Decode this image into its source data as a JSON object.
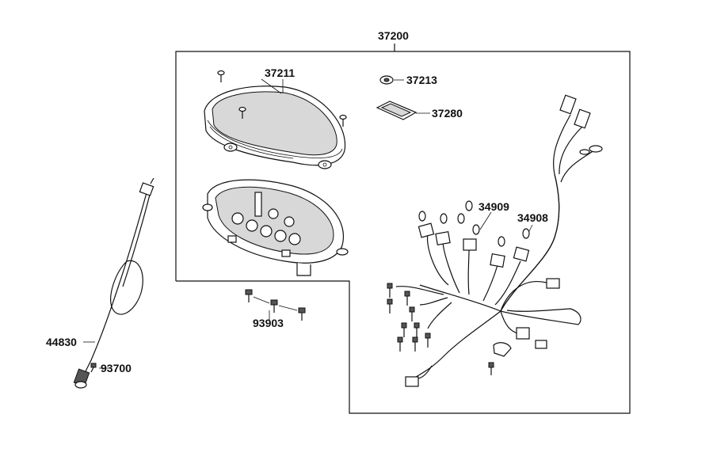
{
  "diagram": {
    "labels": {
      "assembly": "37200",
      "upper_case": "37211",
      "screw_small": "37213",
      "plate": "37280",
      "bulb_socket_a": "34909",
      "bulb_socket_b": "34908",
      "screws_set": "93903",
      "cable": "44830",
      "cable_screw": "93700"
    }
  }
}
